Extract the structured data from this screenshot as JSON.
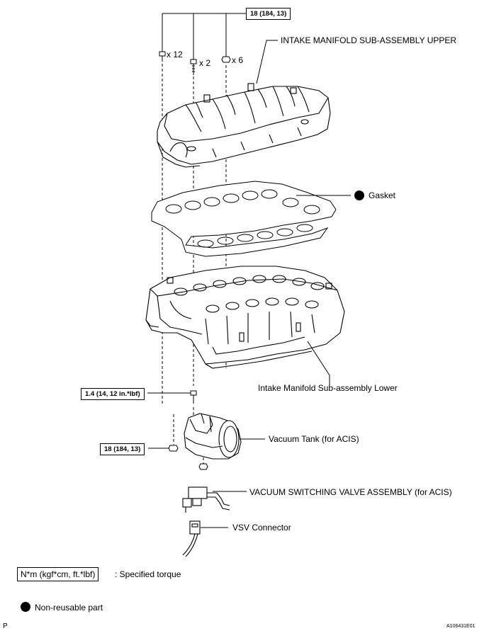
{
  "torque_labels": {
    "top_bolts": "18 (184, 13)",
    "vacuum_tank_bolt": "1.4 (14, 12 in.*lbf)",
    "vacuum_tank_nut": "18 (184, 13)"
  },
  "quantities": {
    "bolt_a": "x 12",
    "bolt_b": "x 2",
    "nut_c": "x 6"
  },
  "part_labels": {
    "upper_manifold": "INTAKE MANIFOLD SUB-ASSEMBLY UPPER",
    "gasket": "Gasket",
    "lower_manifold": "Intake Manifold Sub-assembly Lower",
    "vacuum_tank": "Vacuum Tank (for ACIS)",
    "vsv": "VACUUM SWITCHING VALVE ASSEMBLY (for ACIS)",
    "vsv_connector": "VSV Connector"
  },
  "legend": {
    "torque_unit": "N*m (kgf*cm, ft.*lbf)",
    "torque_text": ": Specified torque",
    "non_reusable_text": "Non-reusable part"
  },
  "footer": {
    "left_mark": "P",
    "figure_id": "A106431E01"
  }
}
